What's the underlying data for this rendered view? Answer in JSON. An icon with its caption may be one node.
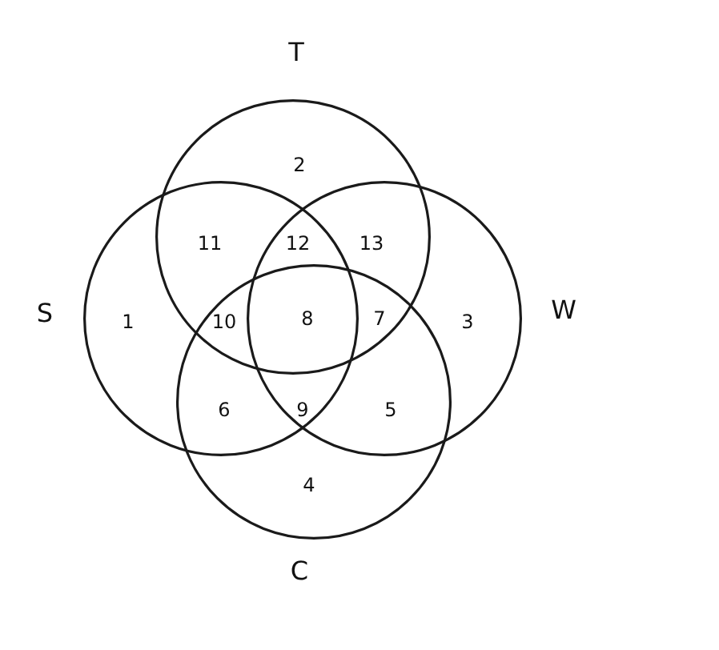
{
  "diagram": {
    "nodes": [
      {
        "text": [
          "T"
        ]
      },
      {
        "text": [
          "S"
        ]
      },
      {
        "text": [
          "W"
        ]
      },
      {
        "text": [
          "C"
        ]
      }
    ],
    "labels": [
      "2",
      "11",
      "12",
      "13",
      "1",
      "10",
      "8",
      "7",
      "3",
      "6",
      "9",
      "5",
      "4"
    ]
  }
}
